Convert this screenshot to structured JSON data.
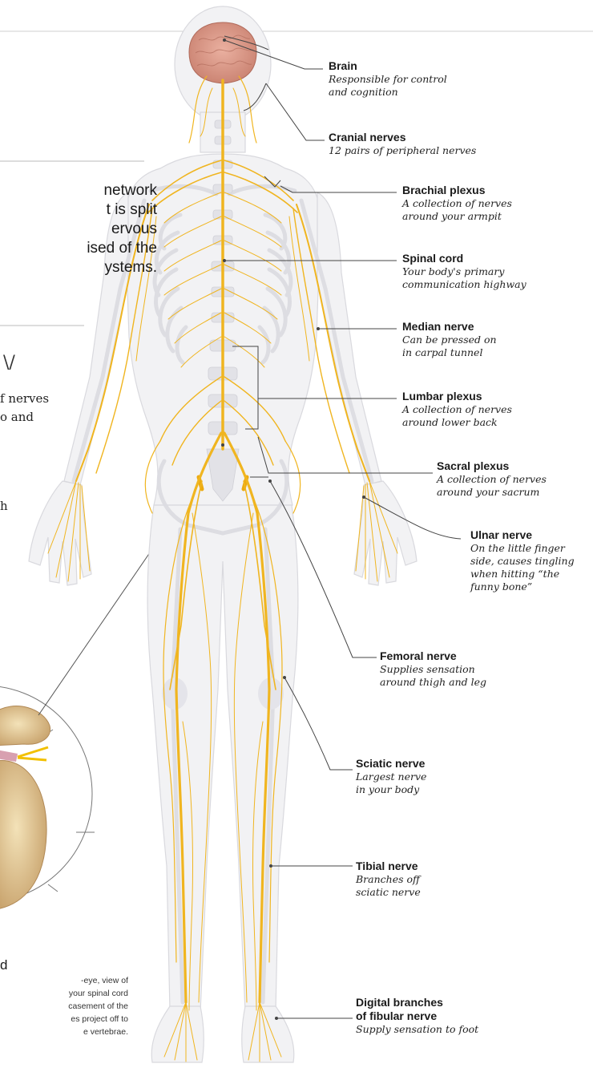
{
  "intro": {
    "lines": [
      "network",
      "t is split",
      "ervous",
      "ised of the",
      "ystems."
    ]
  },
  "side_text": {
    "glyph": "\\/",
    "line1": "f nerves",
    "line2": "o and",
    "line3": "h"
  },
  "spinal_cord_detail": {
    "title": "d",
    "caption_lines": [
      "-eye, view of",
      "your spinal cord",
      "casement of the",
      "es project off to",
      "e vertebrae."
    ]
  },
  "labels": [
    {
      "title": "Brain",
      "desc": [
        "Responsible for control",
        "and cognition"
      ]
    },
    {
      "title": "Cranial nerves",
      "desc": [
        "12 pairs of peripheral nerves"
      ]
    },
    {
      "title": "Brachial plexus",
      "desc": [
        "A collection of nerves",
        "around your armpit"
      ]
    },
    {
      "title": "Spinal cord",
      "desc": [
        "Your body's primary",
        "communication highway"
      ]
    },
    {
      "title": "Median nerve",
      "desc": [
        "Can be pressed on",
        "in carpal tunnel"
      ]
    },
    {
      "title": "Lumbar plexus",
      "desc": [
        "A collection of nerves",
        "around lower back"
      ]
    },
    {
      "title": "Sacral plexus",
      "desc": [
        "A collection of nerves",
        "around your sacrum"
      ]
    },
    {
      "title": "Ulnar nerve",
      "desc": [
        "On the little finger",
        "side, causes tingling",
        "when hitting “the",
        "funny bone”"
      ]
    },
    {
      "title": "Femoral nerve",
      "desc": [
        "Supplies sensation",
        "around thigh and leg"
      ]
    },
    {
      "title": "Sciatic nerve",
      "desc": [
        "Largest nerve",
        "in your body"
      ]
    },
    {
      "title": "Tibial nerve",
      "desc": [
        "Branches off",
        "sciatic nerve"
      ]
    },
    {
      "title": "Digital branches\nof fibular nerve",
      "desc": [
        "Supply sensation to foot"
      ]
    }
  ],
  "colors": {
    "nerve": "#f0b520",
    "nerve_dark": "#e09a10",
    "body": "#f1f1f3",
    "bone": "#dedee3",
    "brain": "#e3a090",
    "leader": "#444444",
    "rule": "#bbbbbb"
  }
}
